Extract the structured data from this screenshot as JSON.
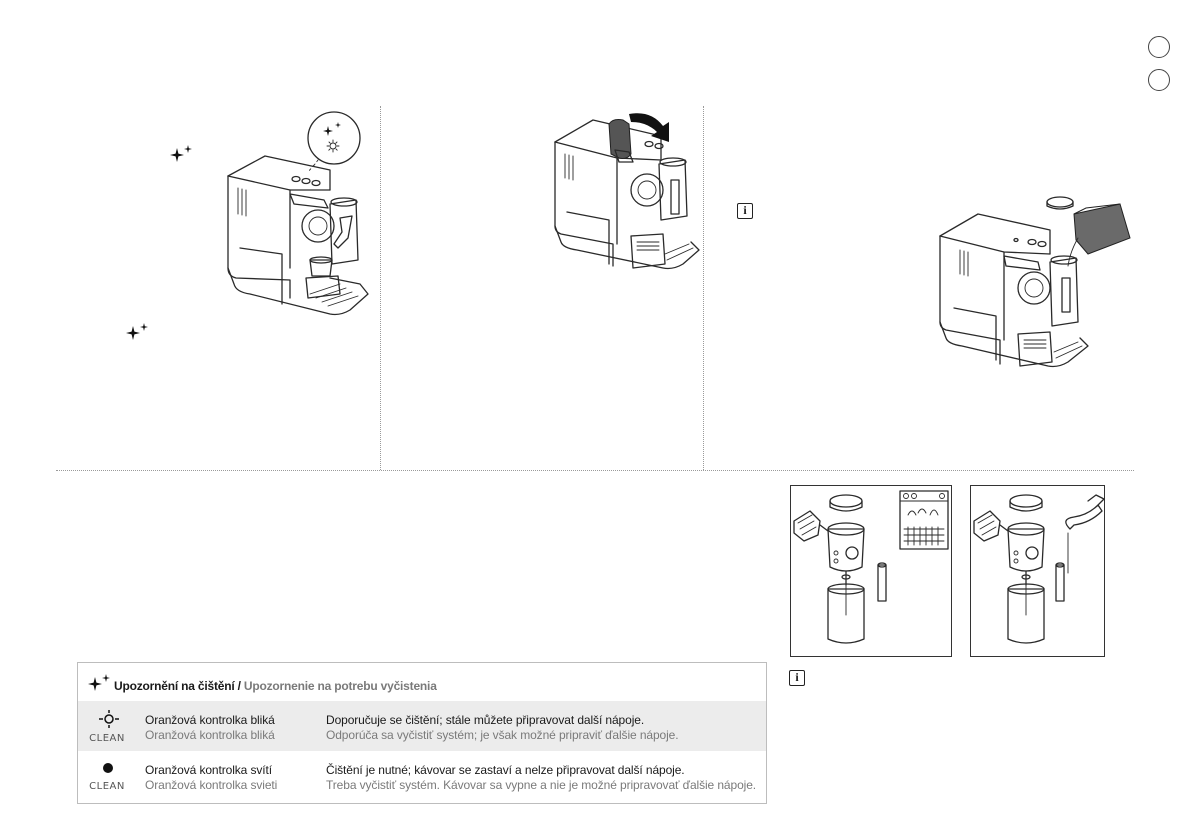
{
  "table": {
    "title_cz": "Upozornění na čištění",
    "title_sep": " / ",
    "title_sk": "Upozornenie na potrebu vyčistenia",
    "rows": [
      {
        "icon_label": "CLEAN",
        "state_cz": "Oranžová kontrolka bliká",
        "state_sk": "Oranžová kontrolka bliká",
        "desc_cz": "Doporučuje se čištění; stále můžete připravovat další nápoje.",
        "desc_sk": "Odporúča sa vyčistiť systém; je však možné pripraviť ďalšie nápoje."
      },
      {
        "icon_label": "CLEAN",
        "state_cz": "Oranžová kontrolka svítí",
        "state_sk": "Oranžová kontrolka svieti",
        "desc_cz": "Čištění je nutné; kávovar se zastaví a nelze připravovat další nápoje.",
        "desc_sk": "Treba vyčistiť systém. Kávovar sa vypne a nie je možné pripravovať ďalšie nápoje."
      }
    ]
  },
  "icons": {
    "sparkle": "sparkle-icon",
    "info": "info-icon",
    "clean_blinking": "clean-light-blinking-icon",
    "clean_solid": "clean-light-solid-icon"
  },
  "info_glyph": "i"
}
